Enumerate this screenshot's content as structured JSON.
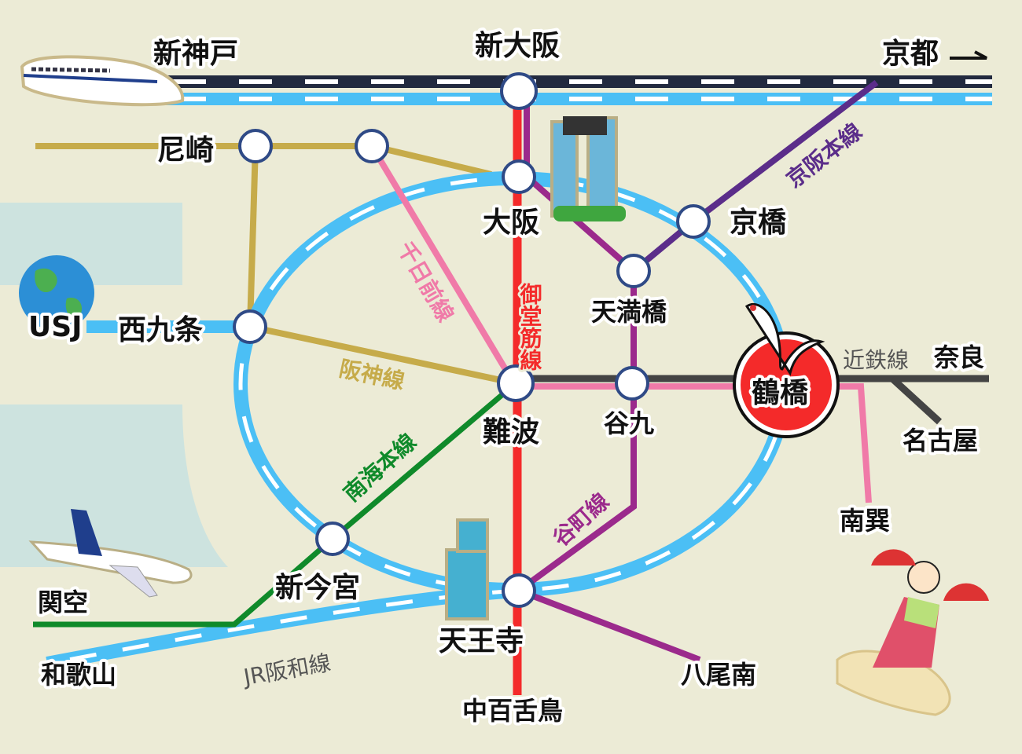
{
  "colors": {
    "background": "#ECEBD6",
    "water": "#CDE3DF",
    "shinkansen": "#222A3F",
    "jr": "#4BBFF5",
    "midosuji": "#F42A2A",
    "tanimachi": "#9B2A8C",
    "keihan": "#5B2D8A",
    "hanshin": "#C6AB4A",
    "sennichimae": "#F07AA8",
    "kintetsu": "#444444",
    "nankai": "#0F8A2A",
    "station_border": "#2F4A86",
    "tsuruhashi": "#F42A2A"
  },
  "stations": {
    "shin_kobe": "新神戸",
    "shin_osaka": "新大阪",
    "kyoto": "京都",
    "amagasaki": "尼崎",
    "osaka": "大阪",
    "kyobashi": "京橋",
    "tenmabashi": "天満橋",
    "usj": "USJ",
    "nishikujo": "西九条",
    "namba": "難波",
    "taniku": "谷九",
    "tsuruhashi": "鶴橋",
    "nara": "奈良",
    "nagoya": "名古屋",
    "minamitatsumi": "南巽",
    "shin_imamiya": "新今宮",
    "tennoji": "天王寺",
    "kanku": "関空",
    "wakayama": "和歌山",
    "yaominami": "八尾南",
    "nakamozu": "中百舌鳥"
  },
  "lines": {
    "keihan": "京阪本線",
    "sennichimae": "千日前線",
    "midosuji": "御堂筋線",
    "hanshin": "阪神線",
    "nankai": "南海本線",
    "tanimachi": "谷町線",
    "kintetsu": "近鉄線",
    "hanwa": "JR阪和線"
  },
  "icons": [
    "shinkansen-train",
    "globe",
    "airplane",
    "umeda-sky-building",
    "abeno-harukas",
    "crane",
    "dancer-with-fans",
    "arrow-right"
  ]
}
